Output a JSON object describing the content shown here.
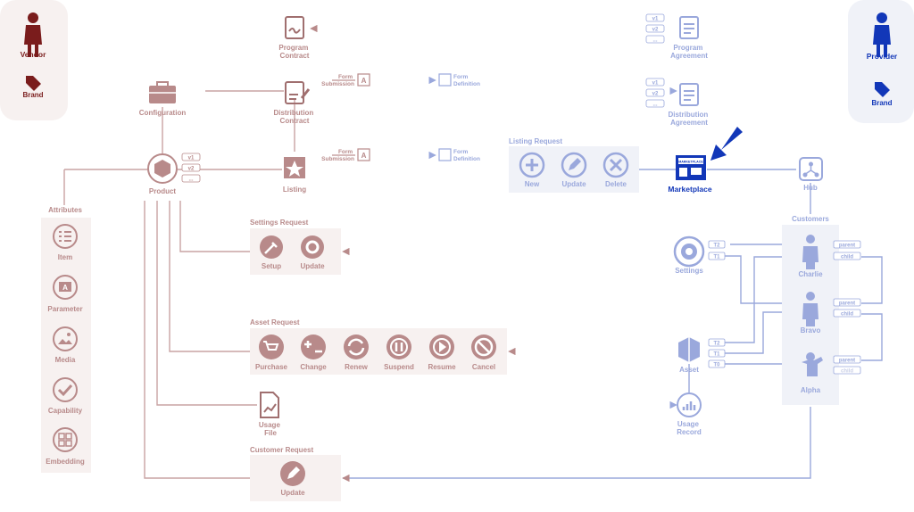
{
  "colors": {
    "vendor": "#a06f6f",
    "vendor_dark": "#7a1c1c",
    "provider": "#9aa8dc",
    "provider_dark": "#1237b8",
    "panel": "#f7f1f0",
    "panel_blue": "#f0f2f8"
  },
  "vendor": {
    "title": "Vendor",
    "brand": "Brand"
  },
  "provider": {
    "title": "Provider",
    "brand": "Brand"
  },
  "nodes": {
    "program_contract": "Program\nContract",
    "distribution_contract": "Distribution\nContract",
    "configuration": "Configuration",
    "product": "Product",
    "listing": "Listing",
    "program_agreement": "Program\nAgreement",
    "distribution_agreement": "Distribution\nAgreement",
    "marketplace": "Marketplace",
    "marketplace_sign": "MARKETPLACE",
    "hub": "Hub",
    "customers": "Customers",
    "settings": "Settings",
    "asset": "Asset",
    "usage_file": "Usage\nFile",
    "usage_record": "Usage\nRecord",
    "form_submission": "Form\nSubmission",
    "form_definition": "Form\nDefinition"
  },
  "versions": [
    "v1",
    "v2",
    "..."
  ],
  "attributes": {
    "title": "Attributes",
    "items": [
      "Item",
      "Parameter",
      "Media",
      "Capability",
      "Embedding"
    ]
  },
  "listing_request": {
    "title": "Listing Request",
    "actions": [
      "New",
      "Update",
      "Delete"
    ]
  },
  "settings_request": {
    "title": "Settings Request",
    "actions": [
      "Setup",
      "Update"
    ]
  },
  "asset_request": {
    "title": "Asset Request",
    "actions": [
      "Purchase",
      "Change",
      "Renew",
      "Suspend",
      "Resume",
      "Cancel"
    ]
  },
  "customer_request": {
    "title": "Customer Request",
    "actions": [
      "Update"
    ]
  },
  "customer_list": [
    "Charlie",
    "Bravo",
    "Alpha"
  ],
  "tiers": {
    "settings": [
      "T2",
      "T1"
    ],
    "asset": [
      "T2",
      "T1",
      "T0"
    ]
  },
  "relations": {
    "parent": "parent",
    "child": "child"
  }
}
